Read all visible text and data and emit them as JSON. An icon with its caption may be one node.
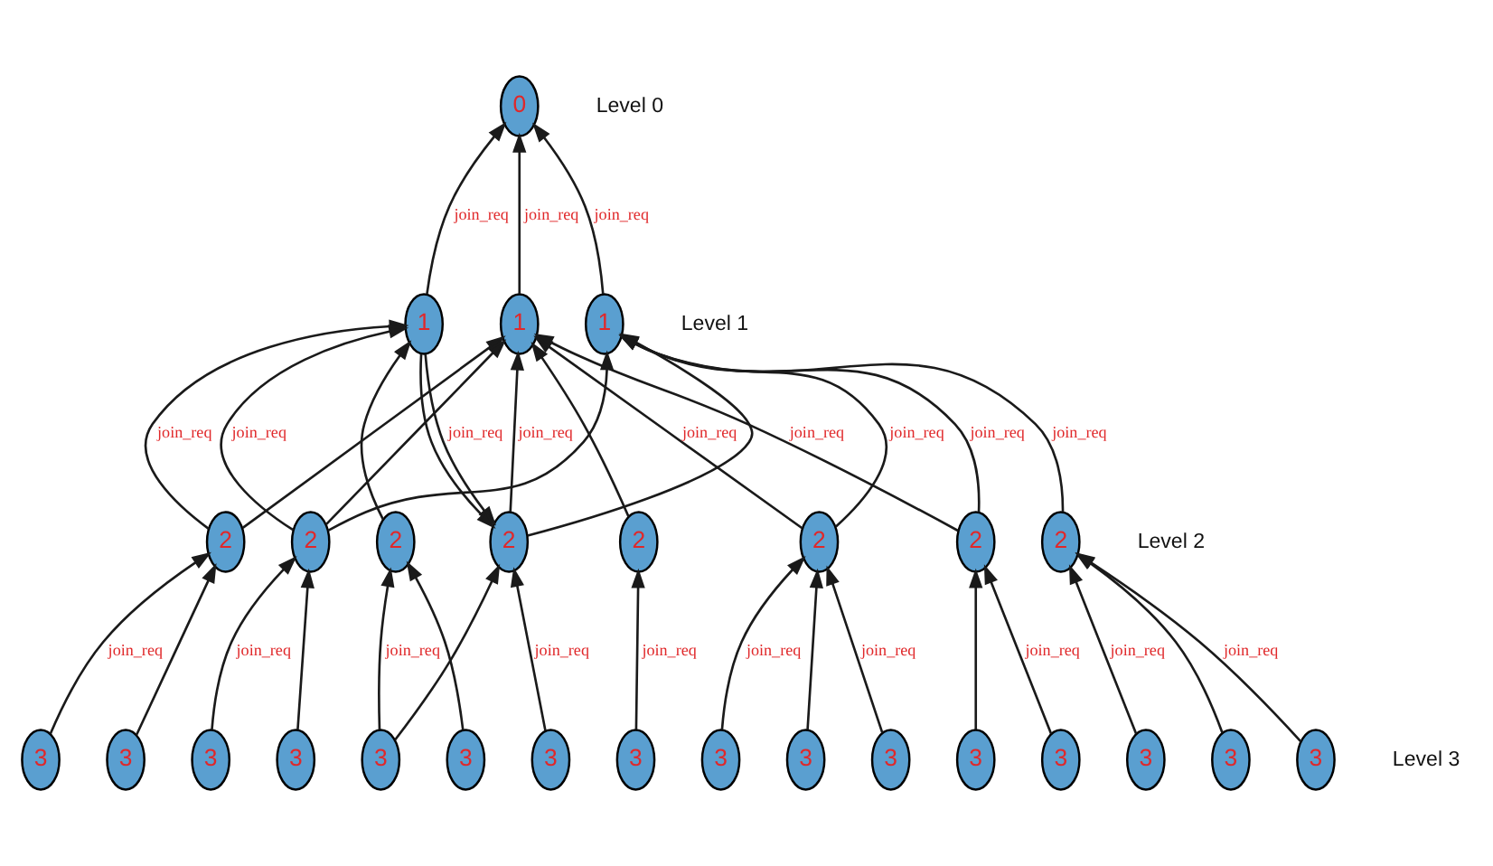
{
  "diagram": {
    "nodes": [
      {
        "text": [
          "0"
        ]
      },
      {
        "text": [
          "1"
        ]
      },
      {
        "text": [
          "1"
        ]
      },
      {
        "text": [
          "1"
        ]
      },
      {
        "text": [
          "2"
        ]
      },
      {
        "text": [
          "2"
        ]
      },
      {
        "text": [
          "2"
        ]
      },
      {
        "text": [
          "2"
        ]
      },
      {
        "text": [
          "2"
        ]
      },
      {
        "text": [
          "2"
        ]
      },
      {
        "text": [
          "2"
        ]
      },
      {
        "text": [
          "2"
        ]
      },
      {
        "text": [
          "3"
        ]
      },
      {
        "text": [
          "3"
        ]
      },
      {
        "text": [
          "3"
        ]
      },
      {
        "text": [
          "3"
        ]
      },
      {
        "text": [
          "3"
        ]
      },
      {
        "text": [
          "3"
        ]
      },
      {
        "text": [
          "3"
        ]
      },
      {
        "text": [
          "3"
        ]
      },
      {
        "text": [
          "3"
        ]
      },
      {
        "text": [
          "3"
        ]
      },
      {
        "text": [
          "3"
        ]
      },
      {
        "text": [
          "3"
        ]
      },
      {
        "text": [
          "3"
        ]
      },
      {
        "text": [
          "3"
        ]
      },
      {
        "text": [
          "3"
        ]
      },
      {
        "text": [
          "3"
        ]
      }
    ],
    "edges": [
      {
        "from": 1,
        "to": 0,
        "arrow": "to",
        "label": "join_req"
      },
      {
        "from": 2,
        "to": 0,
        "arrow": "to",
        "label": "join_req"
      },
      {
        "from": 3,
        "to": 0,
        "arrow": "to",
        "label": "join_req"
      },
      {
        "from": 4,
        "to": 1,
        "arrow": "to",
        "label": "join_req"
      },
      {
        "from": 4,
        "to": 2,
        "arrow": "to"
      },
      {
        "from": 5,
        "to": 1,
        "arrow": "to",
        "label": "join_req"
      },
      {
        "from": 5,
        "to": 2,
        "arrow": "to"
      },
      {
        "from": 5,
        "to": 3,
        "arrow": "to"
      },
      {
        "from": 6,
        "to": 1,
        "arrow": "to"
      },
      {
        "from": 1,
        "to": 7,
        "arrow": "to",
        "label": "join_req"
      },
      {
        "from": 1,
        "to": 7,
        "arrow": "to"
      },
      {
        "from": 7,
        "to": 2,
        "arrow": "to",
        "label": "join_req"
      },
      {
        "from": 7,
        "to": 3,
        "arrow": "to"
      },
      {
        "from": 8,
        "to": 2,
        "arrow": "to"
      },
      {
        "from": 9,
        "to": 2,
        "arrow": "to",
        "label": "join_req"
      },
      {
        "from": 9,
        "to": 3,
        "arrow": "to",
        "label": "join_req"
      },
      {
        "from": 10,
        "to": 2,
        "arrow": "to",
        "label": "join_req"
      },
      {
        "from": 10,
        "to": 3,
        "arrow": "to",
        "label": "join_req"
      },
      {
        "from": 11,
        "to": 3,
        "arrow": "to",
        "label": "join_req"
      },
      {
        "from": 12,
        "to": 4,
        "arrow": "to",
        "label": "join_req"
      },
      {
        "from": 13,
        "to": 4,
        "arrow": "to"
      },
      {
        "from": 14,
        "to": 5,
        "arrow": "to",
        "label": "join_req"
      },
      {
        "from": 15,
        "to": 5,
        "arrow": "to"
      },
      {
        "from": 16,
        "to": 6,
        "arrow": "to",
        "label": "join_req"
      },
      {
        "from": 16,
        "to": 7,
        "arrow": "to"
      },
      {
        "from": 17,
        "to": 6,
        "arrow": "to"
      },
      {
        "from": 18,
        "to": 7,
        "arrow": "to",
        "label": "join_req"
      },
      {
        "from": 19,
        "to": 8,
        "arrow": "to",
        "label": "join_req"
      },
      {
        "from": 20,
        "to": 9,
        "arrow": "to",
        "label": "join_req"
      },
      {
        "from": 21,
        "to": 9,
        "arrow": "to"
      },
      {
        "from": 22,
        "to": 9,
        "arrow": "to",
        "label": "join_req"
      },
      {
        "from": 23,
        "to": 10,
        "arrow": "to"
      },
      {
        "from": 24,
        "to": 10,
        "arrow": "to",
        "label": "join_req"
      },
      {
        "from": 25,
        "to": 11,
        "arrow": "to",
        "label": "join_req"
      },
      {
        "from": 26,
        "to": 11,
        "arrow": "to"
      },
      {
        "from": 27,
        "to": 11,
        "arrow": "to",
        "label": "join_req"
      }
    ],
    "labels": [
      "Level 0",
      "Level 1",
      "Level 2",
      "Level 3"
    ]
  }
}
